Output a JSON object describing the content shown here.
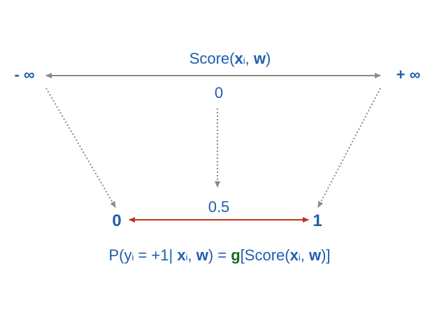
{
  "colors": {
    "blue": "#1f5fae",
    "gray_arrow": "#8a8a8a",
    "red_arrow": "#c0321d",
    "green": "#1b6b1f",
    "dotted": "#8a8a8a"
  },
  "top_line": {
    "score_label": "Score(",
    "score_x": "x",
    "score_sub_i": "i",
    "score_comma": ", ",
    "score_w": "w",
    "score_close": ")",
    "left_end": "- ∞",
    "right_end": "+ ∞",
    "zero": "0"
  },
  "bottom_line": {
    "left_end": "0",
    "right_end": "1",
    "mid": "0.5"
  },
  "formula": {
    "p_open": "P(y",
    "sub_i": "i",
    "eq_part": " = +1| ",
    "x": "x",
    "sub_i2": "i",
    "comma": ", ",
    "w": "w",
    "close_eq": ") = ",
    "g": "g",
    "bracket_score": "[Score(",
    "x2": "x",
    "sub_i3": "i",
    "comma2": ", ",
    "w2": "w",
    "close_all": ")]"
  }
}
